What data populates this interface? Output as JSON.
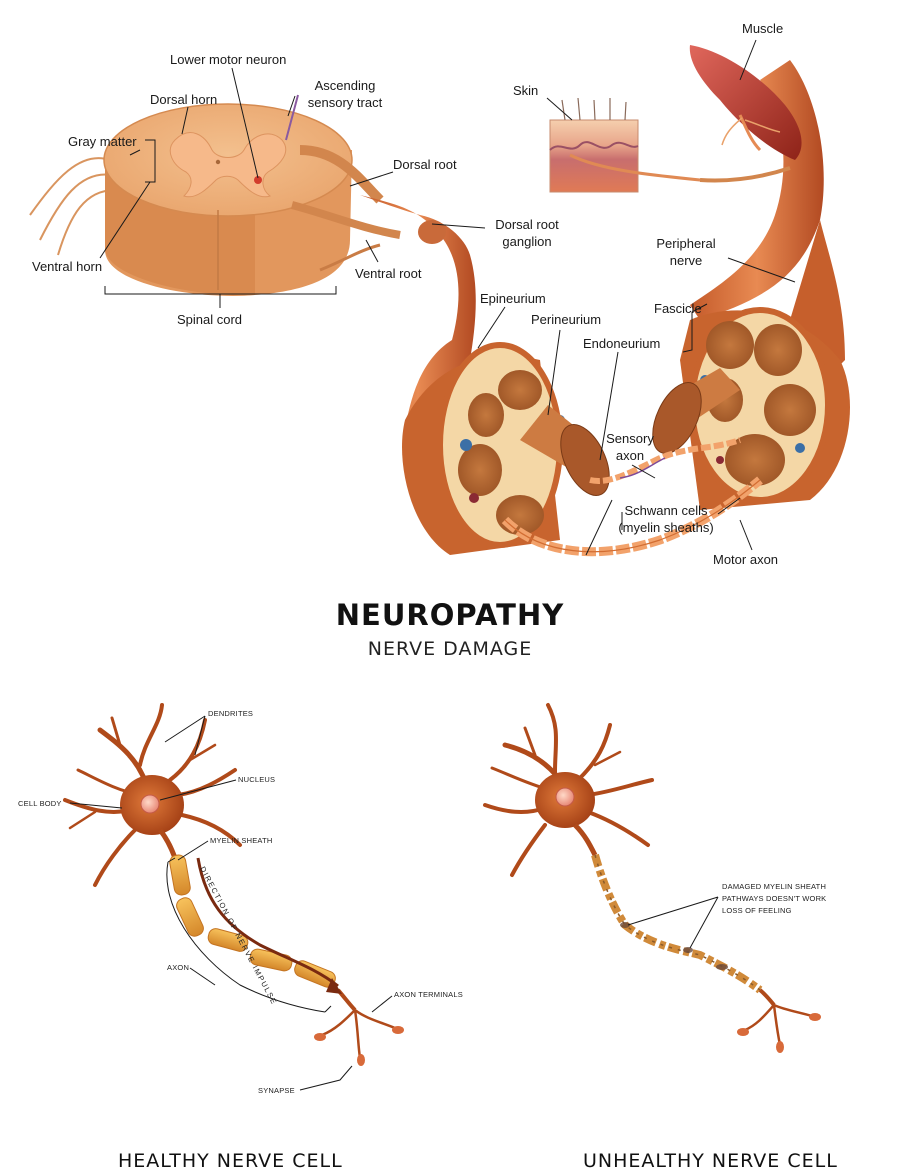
{
  "title": "NEUROPATHY",
  "subtitle": "NERVE DAMAGE",
  "top_labels": {
    "lower_motor_neuron": "Lower motor neuron",
    "ascending_sensory_tract_1": "Ascending",
    "ascending_sensory_tract_2": "sensory tract",
    "dorsal_horn": "Dorsal horn",
    "gray_matter": "Gray matter",
    "ventral_horn": "Ventral horn",
    "spinal_cord": "Spinal cord",
    "dorsal_root": "Dorsal root",
    "dorsal_root_ganglion_1": "Dorsal root",
    "dorsal_root_ganglion_2": "ganglion",
    "ventral_root": "Ventral root",
    "skin": "Skin",
    "muscle": "Muscle",
    "peripheral_nerve_1": "Peripheral",
    "peripheral_nerve_2": "nerve",
    "fascicle": "Fascicle",
    "epineurium": "Epineurium",
    "perineurium": "Perineurium",
    "endoneurium": "Endoneurium",
    "sensory_axon_1": "Sensory",
    "sensory_axon_2": "axon",
    "schwann_cells_1": "Schwann cells",
    "schwann_cells_2": "(myelin sheaths)",
    "motor_axon": "Motor axon"
  },
  "healthy": {
    "caption": "HEALTHY NERVE CELL",
    "dendrites": "DENDRITES",
    "nucleus": "NUCLEUS",
    "cell_body": "CELL BODY",
    "myelin_sheath": "MYELIN SHEATH",
    "direction": "DIRECTION OF NERVE IMPULSE",
    "axon": "AXON",
    "axon_terminals": "AXON TERMINALS",
    "synapse": "SYNAPSE"
  },
  "unhealthy": {
    "caption": "UNHEALTHY NERVE CELL",
    "damage_1": "DAMAGED MYELIN SHEATH",
    "damage_2": "PATHWAYS DOESN'T WORK",
    "damage_3": "LOSS OF FEELING"
  }
}
